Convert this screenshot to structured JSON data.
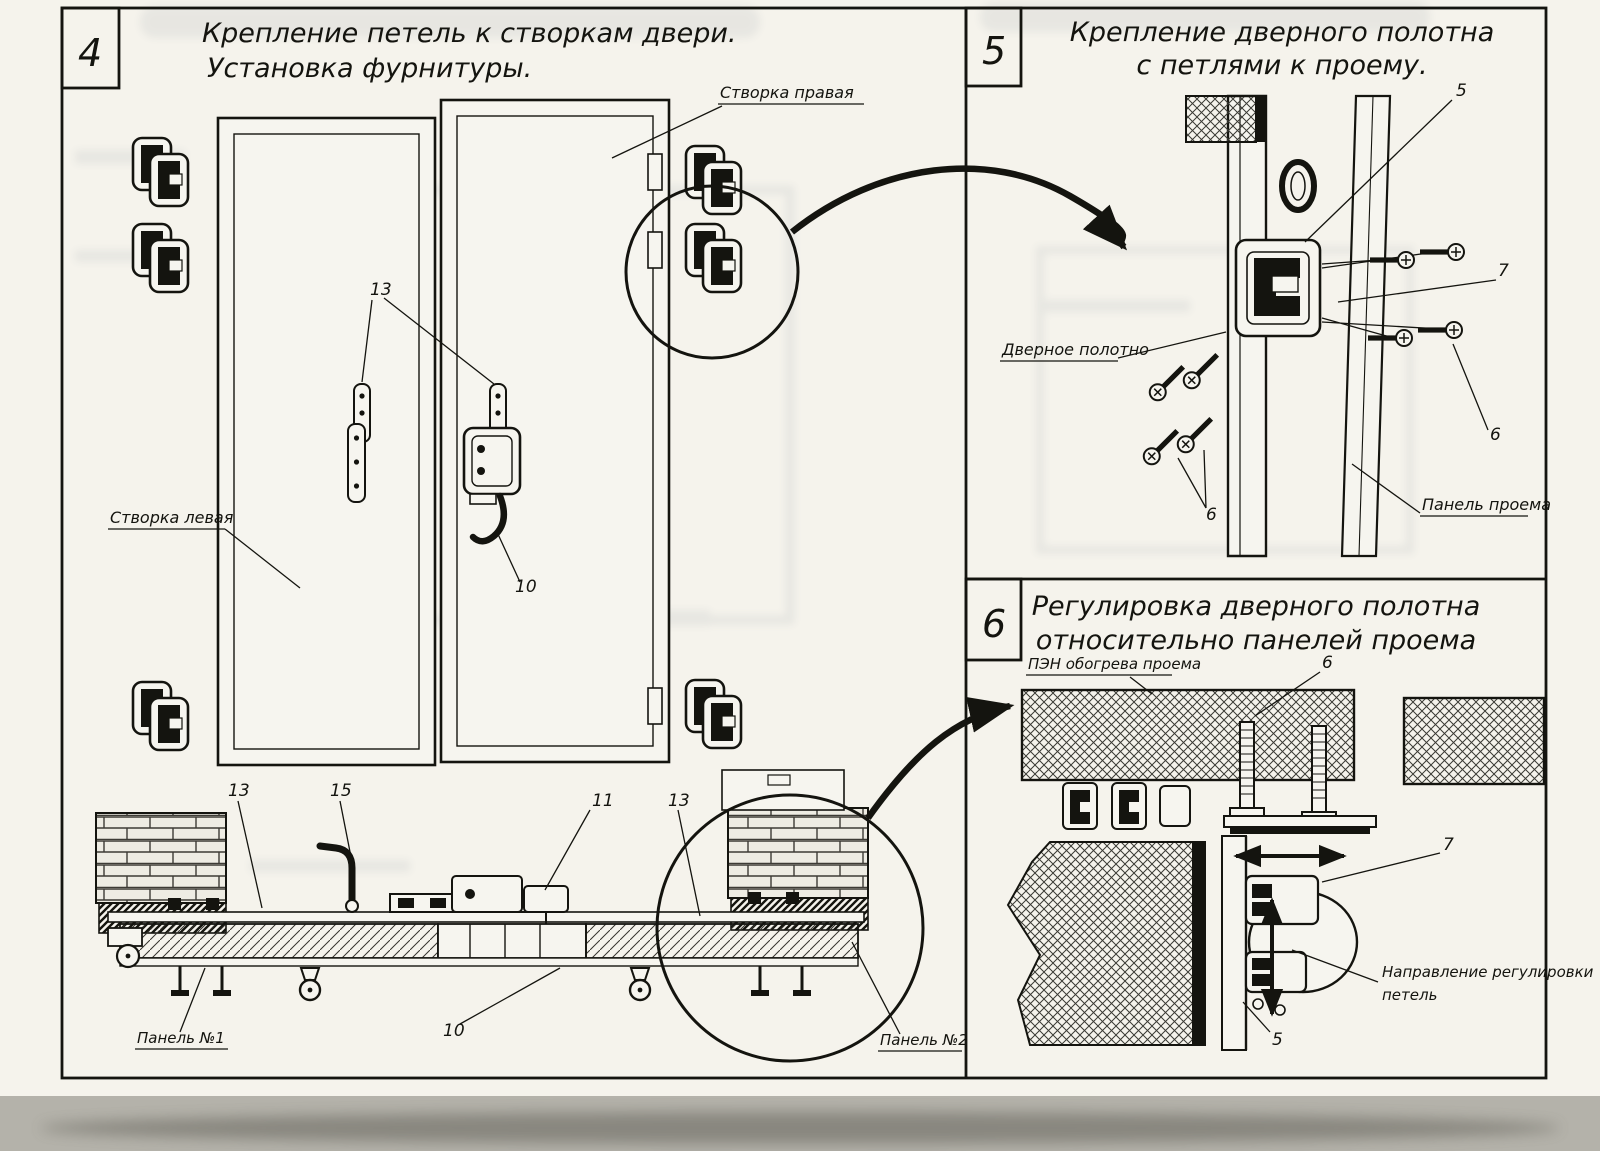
{
  "document": {
    "type": "scanned assembly drawing sheet",
    "ink_color": "#14140f",
    "paper_color": "#f5f3ec"
  },
  "panel_4": {
    "number": "4",
    "title_line1": "Крепление петель к створкам двери.",
    "title_line2": "Установка фурнитуры.",
    "labels": {
      "right_leaf": "Створка правая",
      "left_leaf": "Створка левая",
      "panel_1": "Панель №1",
      "panel_2": "Панель №2"
    },
    "callouts": {
      "hinge_plates": "13",
      "latch": "10",
      "section_left": "13",
      "lever": "15",
      "bracket": "11",
      "section_right": "13",
      "section_bottom": "10"
    }
  },
  "panel_5": {
    "number": "5",
    "title_line1": "Крепление дверного полотна",
    "title_line2": "с петлями к проему.",
    "labels": {
      "door_leaf": "Дверное полотно",
      "opening_panel": "Панель проема"
    },
    "callouts": {
      "hinge": "5",
      "screw_axis": "7",
      "screws_right": "6",
      "screws_left": "6"
    }
  },
  "panel_6": {
    "number": "6",
    "title_line1": "Регулировка дверного полотна",
    "title_line2": "относительно панелей проема",
    "labels": {
      "heater": "ПЭН обогрева проема",
      "direction_line1": "Направление регулировки",
      "direction_line2": "петель"
    },
    "callouts": {
      "bolt": "6",
      "hinge_axis": "7",
      "hinge_bottom": "5"
    }
  }
}
